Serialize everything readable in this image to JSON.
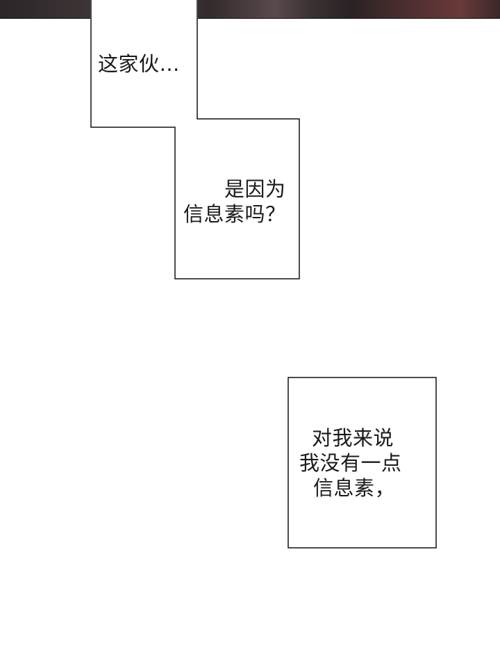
{
  "captions": {
    "first": [
      "这家伙…"
    ],
    "second": [
      "是因为",
      "信息素吗？"
    ],
    "third": [
      "对我来说",
      "我没有一点",
      "信息素，"
    ]
  }
}
